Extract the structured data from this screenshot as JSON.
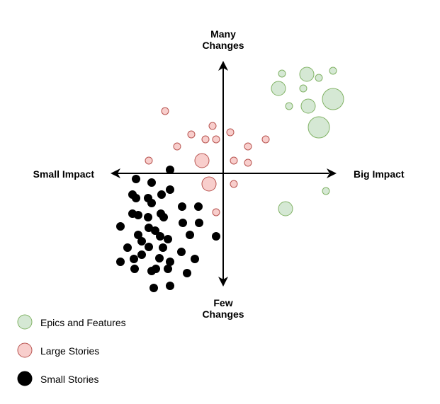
{
  "axes": {
    "top_label": [
      "Many",
      "Changes"
    ],
    "bottom_label": [
      "Few",
      "Changes"
    ],
    "left_label": "Small Impact",
    "right_label": "Big Impact"
  },
  "legend": [
    {
      "label": "Epics and Features",
      "fill": "#d5e8d4",
      "stroke": "#82b366"
    },
    {
      "label": "Large Stories",
      "fill": "#f8cecc",
      "stroke": "#b85450"
    },
    {
      "label": "Small Stories",
      "fill": "#000000",
      "stroke": "#000000"
    }
  ],
  "chart_data": {
    "type": "scatter",
    "xlabel": "Impact",
    "ylabel": "Changes",
    "series": [
      {
        "name": "Epics and Features",
        "points": [
          {
            "x": 83,
            "y": 141,
            "size": 10
          },
          {
            "x": 118,
            "y": 140,
            "size": 20
          },
          {
            "x": 135,
            "y": 135,
            "size": 10
          },
          {
            "x": 155,
            "y": 145,
            "size": 10
          },
          {
            "x": 78,
            "y": 120,
            "size": 20
          },
          {
            "x": 113,
            "y": 120,
            "size": 10
          },
          {
            "x": 155,
            "y": 105,
            "size": 30
          },
          {
            "x": 93,
            "y": 95,
            "size": 10
          },
          {
            "x": 120,
            "y": 95,
            "size": 20
          },
          {
            "x": 135,
            "y": 65,
            "size": 30
          },
          {
            "x": 145,
            "y": -25,
            "size": 10
          },
          {
            "x": 88,
            "y": -50,
            "size": 20
          }
        ]
      },
      {
        "name": "Large Stories",
        "points": [
          {
            "x": -82,
            "y": 88,
            "size": 10
          },
          {
            "x": -15,
            "y": 67,
            "size": 10
          },
          {
            "x": -45,
            "y": 55,
            "size": 10
          },
          {
            "x": 10,
            "y": 58,
            "size": 10
          },
          {
            "x": -25,
            "y": 48,
            "size": 10
          },
          {
            "x": -10,
            "y": 48,
            "size": 10
          },
          {
            "x": 60,
            "y": 48,
            "size": 10
          },
          {
            "x": -65,
            "y": 38,
            "size": 10
          },
          {
            "x": 35,
            "y": 38,
            "size": 10
          },
          {
            "x": -105,
            "y": 18,
            "size": 10
          },
          {
            "x": -30,
            "y": 18,
            "size": 20
          },
          {
            "x": 15,
            "y": 18,
            "size": 10
          },
          {
            "x": 35,
            "y": 15,
            "size": 10
          },
          {
            "x": -20,
            "y": -15,
            "size": 20
          },
          {
            "x": 15,
            "y": -15,
            "size": 10
          },
          {
            "x": -10,
            "y": -55,
            "size": 10
          }
        ]
      },
      {
        "name": "Small Stories",
        "points": [
          {
            "x": -75,
            "y": 5
          },
          {
            "x": -123,
            "y": -8
          },
          {
            "x": -101,
            "y": -13
          },
          {
            "x": -75,
            "y": -23
          },
          {
            "x": -87,
            "y": -30
          },
          {
            "x": -128,
            "y": -30
          },
          {
            "x": -106,
            "y": -35
          },
          {
            "x": -123,
            "y": -35
          },
          {
            "x": -101,
            "y": -42
          },
          {
            "x": -58,
            "y": -47
          },
          {
            "x": -35,
            "y": -47
          },
          {
            "x": -128,
            "y": -57
          },
          {
            "x": -120,
            "y": -59
          },
          {
            "x": -88,
            "y": -57
          },
          {
            "x": -106,
            "y": -62
          },
          {
            "x": -84,
            "y": -62
          },
          {
            "x": -57,
            "y": -70
          },
          {
            "x": -34,
            "y": -70
          },
          {
            "x": -145,
            "y": -75
          },
          {
            "x": -105,
            "y": -77
          },
          {
            "x": -96,
            "y": -81
          },
          {
            "x": -120,
            "y": -87
          },
          {
            "x": -89,
            "y": -89
          },
          {
            "x": -47,
            "y": -87
          },
          {
            "x": -10,
            "y": -89
          },
          {
            "x": -78,
            "y": -93
          },
          {
            "x": -115,
            "y": -96
          },
          {
            "x": -135,
            "y": -105
          },
          {
            "x": -105,
            "y": -104
          },
          {
            "x": -85,
            "y": -105
          },
          {
            "x": -59,
            "y": -111
          },
          {
            "x": -115,
            "y": -115
          },
          {
            "x": -90,
            "y": -120
          },
          {
            "x": -126,
            "y": -121
          },
          {
            "x": -145,
            "y": -125
          },
          {
            "x": -75,
            "y": -125
          },
          {
            "x": -40,
            "y": -121
          },
          {
            "x": -125,
            "y": -135
          },
          {
            "x": -95,
            "y": -135
          },
          {
            "x": -101,
            "y": -138
          },
          {
            "x": -78,
            "y": -135
          },
          {
            "x": -51,
            "y": -141
          },
          {
            "x": -98,
            "y": -162
          },
          {
            "x": -75,
            "y": -159
          }
        ]
      }
    ]
  }
}
